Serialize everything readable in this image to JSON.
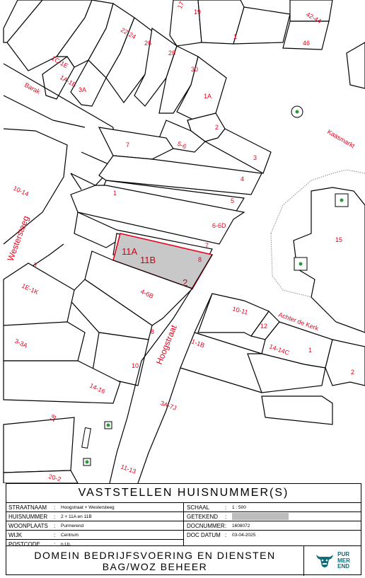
{
  "map": {
    "streets": {
      "barak": "Barak",
      "kaasmarkt": "Kaasmarkt",
      "westersteeg": "Westersteeg",
      "hoogstraat": "Hoogstraat",
      "achter_de_kerk": "Achter de Kerk"
    },
    "selected_parcel": {
      "labels": [
        "11A",
        "11B",
        "2"
      ],
      "fill_color": "#c8c8c8",
      "border_color": "#e8001c"
    },
    "house_numbers": [
      "17",
      "19",
      "42-44",
      "46",
      "1",
      "1C-1E",
      "1A-1B",
      "3A",
      "22-24",
      "26",
      "28",
      "30",
      "1A",
      "2",
      "3",
      "4",
      "5",
      "6-6D",
      "7",
      "8",
      "5-6",
      "7",
      "10-14",
      "1",
      "7",
      "1E-1K",
      "4-6B",
      "8",
      "10",
      "3-3A",
      "14-16",
      "18",
      "20-2",
      "10-11",
      "12",
      "14-14C",
      "1",
      "2",
      "1-1B",
      "3A-7J",
      "11-13",
      "15"
    ],
    "label_color": "#e8001c"
  },
  "titleblock": {
    "title": "VASTSTELLEN HUISNUMMER(S)",
    "fields_left": [
      {
        "key": "STRAATNAAM",
        "sep": ":",
        "value": "Hoogstraat + Westersteeg"
      },
      {
        "key": "HUISNUMMER",
        "sep": ":",
        "value": "2 + 11A en 11B"
      },
      {
        "key": "WOONPLAATS",
        "sep": ":",
        "value": "Purmerend"
      },
      {
        "key": "WIJK",
        "sep": ":",
        "value": "Centrum"
      },
      {
        "key": "POSTCODE",
        "sep": ":",
        "value": "n.t.b."
      }
    ],
    "fields_right": [
      {
        "key": "SCHAAL",
        "sep": ":",
        "value": "1 : 500"
      },
      {
        "key": "GETEKEND",
        "sep": ":",
        "value": ""
      },
      {
        "key": "DOCNUMMER",
        "sep": ":",
        "value": "1608072"
      },
      {
        "key": "DOC DATUM",
        "sep": ":",
        "value": "03-04-2025"
      }
    ],
    "department_line1": "DOMEIN BEDRIJFSVOERING EN DIENSTEN",
    "department_line2": "BAG/WOZ BEHEER",
    "logo": {
      "icon": "bull-head-icon",
      "lines": [
        "PUR",
        "MER",
        "END"
      ],
      "color": "#0a6e7d"
    }
  }
}
